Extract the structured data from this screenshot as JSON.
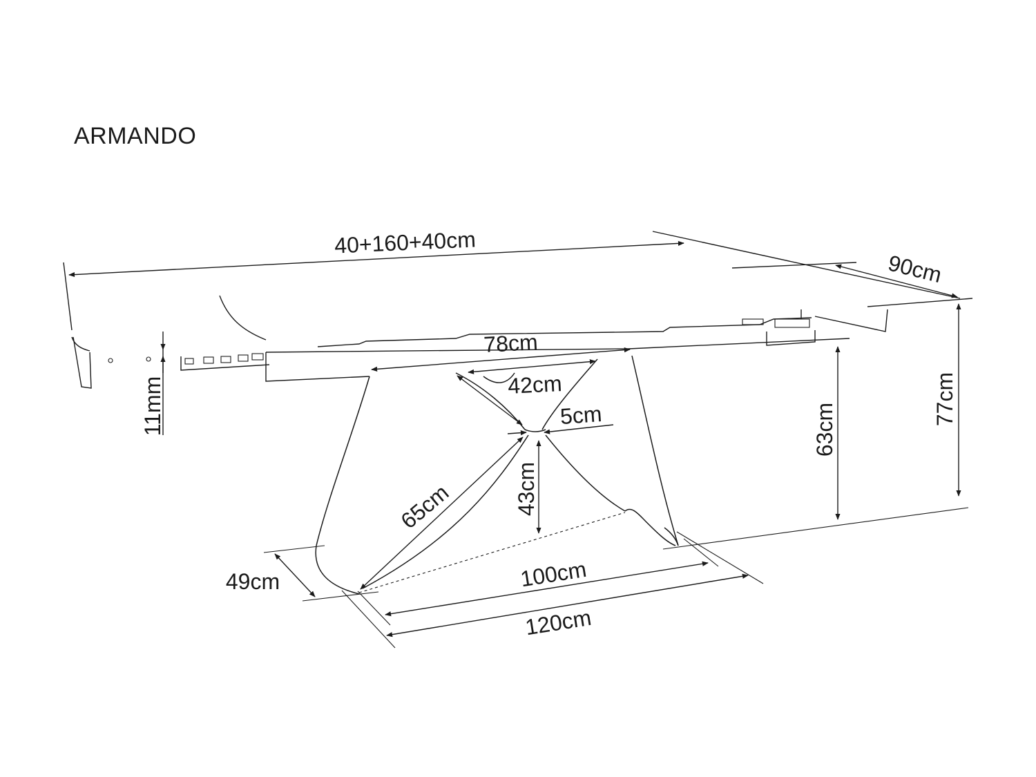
{
  "title": "ARMANDO",
  "dimensions": {
    "length_extended": "40+160+40cm",
    "depth": "90cm",
    "base_top_width": "78cm",
    "cross_width": "42cm",
    "cross_gap": "5cm",
    "top_thickness": "11mm",
    "leg_height": "63cm",
    "total_height": "77cm",
    "leg_diagonal": "65cm",
    "lower_height": "43cm",
    "foot_depth": "49cm",
    "base_inner_length": "100cm",
    "base_outer_length": "120cm"
  },
  "colors": {
    "line": "#1a1a1a",
    "background": "#ffffff"
  }
}
